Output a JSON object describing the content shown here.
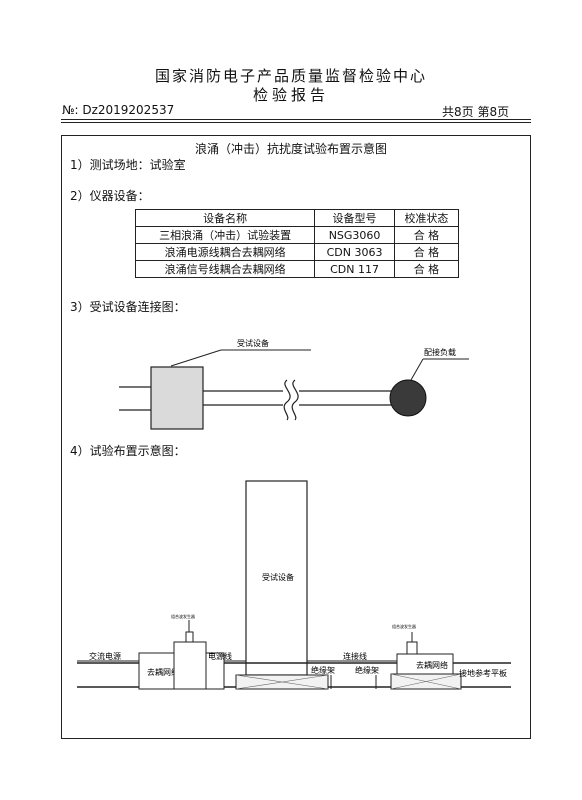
{
  "header": {
    "org": "国家消防电子产品质量监督检验中心",
    "doc_title": "检验报告",
    "report_no": "№: Dz2019202537",
    "page_info": "共8页  第8页"
  },
  "section_title": "浪涌（冲击）抗扰度试验布置示意图",
  "items": {
    "site": "1）测试场地：试验室",
    "equipment": "2）仪器设备：",
    "connection": "3）受试设备连接图：",
    "layout": "4）试验布置示意图："
  },
  "equipment_table": {
    "headers": [
      "设备名称",
      "设备型号",
      "校准状态"
    ],
    "rows": [
      [
        "三相浪涌（冲击）试验装置",
        "NSG3060",
        "合 格"
      ],
      [
        "浪涌电源线耦合去耦网络",
        "CDN 3063",
        "合 格"
      ],
      [
        "浪涌信号线耦合去耦网络",
        "CDN 117",
        "合 格"
      ]
    ]
  },
  "connection_diagram": {
    "eut_label": "受试设备",
    "load_label": "配接负载"
  },
  "layout_diagram": {
    "eut_label": "受试设备",
    "ac_power": "交流电源",
    "decoupling_left": "去耦网络",
    "power_line": "电源线",
    "insulation_left": "绝缘架",
    "connect_line": "连接线",
    "insulation_right": "绝缘架",
    "decoupling_right": "去耦网络",
    "ground_plane": "接地参考平板",
    "generator_left": "组合波发生器",
    "generator_right": "组合波发生器"
  }
}
